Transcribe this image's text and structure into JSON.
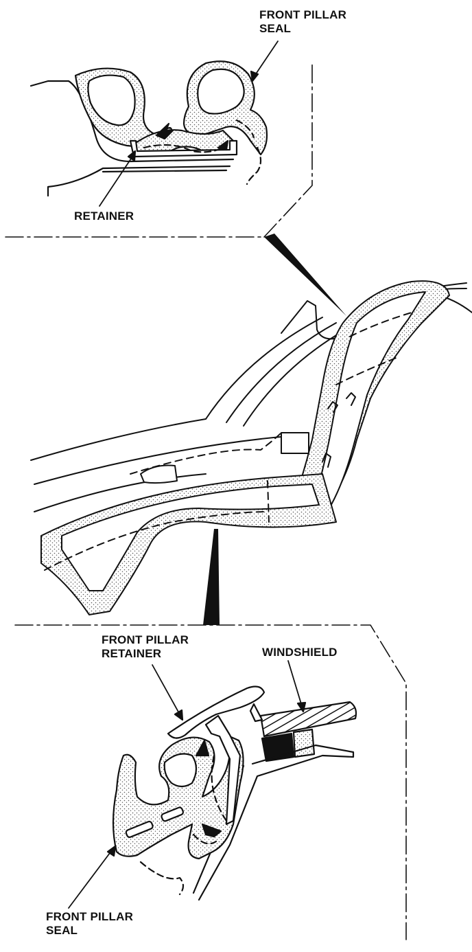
{
  "labels": {
    "top_seal": {
      "line1": "FRONT PILLAR",
      "line2": "SEAL"
    },
    "top_retainer": "RETAINER",
    "bottom_retainer": {
      "line1": "FRONT PILLAR",
      "line2": "RETAINER"
    },
    "windshield": "WINDSHIELD",
    "bottom_seal": {
      "line1": "FRONT PILLAR",
      "line2": "SEAL"
    }
  },
  "colors": {
    "ink": "#111111",
    "paper": "#ffffff",
    "stipple": "#555555"
  }
}
